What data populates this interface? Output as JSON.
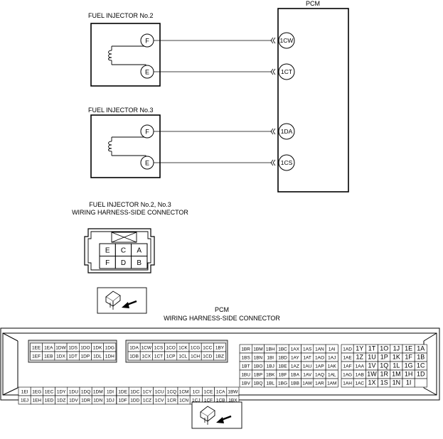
{
  "pcm_title": "PCM",
  "injectors": [
    {
      "title": "FUEL INJECTOR No.2",
      "terminal_top": "F",
      "terminal_bottom": "E"
    },
    {
      "title": "FUEL INJECTOR No.3",
      "terminal_top": "F",
      "terminal_bottom": "E"
    }
  ],
  "pcm_pins": [
    "1CW",
    "1CT",
    "1DA",
    "1CS"
  ],
  "injector_connector": {
    "title_line1": "FUEL INJECTOR No.2, No.3",
    "title_line2": "WIRING HARNESS-SIDE CONNECTOR",
    "rows": [
      [
        "E",
        "C",
        "A"
      ],
      [
        "F",
        "D",
        "B"
      ]
    ]
  },
  "pcm_connector": {
    "title_line1": "PCM",
    "title_line2": "WIRING HARNESS-SIDE CONNECTOR",
    "block1": [
      [
        "1EE",
        "1EA",
        "1DW",
        "1DS",
        "1DO",
        "1DK",
        "1DG"
      ],
      [
        "1EF",
        "1EB",
        "1DX",
        "1DT",
        "1DP",
        "1DL",
        "1DH"
      ],
      [
        "1EI",
        "1EG",
        "1EC",
        "1DY",
        "1DU",
        "1DQ",
        "1DM",
        "1DI"
      ],
      [
        "1EJ",
        "1EH",
        "1ED",
        "1DZ",
        "1DV",
        "1DR",
        "1DN",
        "1DJ"
      ]
    ],
    "block2": [
      [
        "1DA",
        "1CW",
        "1CS",
        "1CO",
        "1CK",
        "1CG",
        "1CC",
        "1BY"
      ],
      [
        "1DB",
        "1CX",
        "1CT",
        "1CP",
        "1CL",
        "1CH",
        "1CD",
        "1BZ"
      ],
      [
        "1DE",
        "1DC",
        "1CY",
        "1CU",
        "1CQ",
        "1CM",
        "1CI",
        "1CE",
        "1CA",
        "1BW"
      ],
      [
        "1DF",
        "1DD",
        "1CZ",
        "1CV",
        "1CR",
        "1CN",
        "1CJ",
        "1CF",
        "1CB",
        "1BX"
      ]
    ],
    "block3": [
      [
        "1BR",
        "1BM",
        "1BH",
        "1BC",
        "1AX",
        "1AS",
        "1AN",
        "1AI"
      ],
      [
        "1BS",
        "1BN",
        "1BI",
        "1BD",
        "1AY",
        "1AT",
        "1AO",
        "1AJ"
      ],
      [
        "1BT",
        "1BO",
        "1BJ",
        "1BE",
        "1AZ",
        "1AU",
        "1AP",
        "1AK"
      ],
      [
        "1BU",
        "1BP",
        "1BK",
        "1BF",
        "1BA",
        "1AV",
        "1AQ",
        "1AL"
      ],
      [
        "1BV",
        "1BQ",
        "1BL",
        "1BG",
        "1BB",
        "1AW",
        "1AR",
        "1AM"
      ]
    ],
    "block4": [
      [
        "1AD",
        "1Y",
        "1T",
        "1O",
        "1J",
        "1E",
        "1A"
      ],
      [
        "1AE",
        "1Z",
        "1U",
        "1P",
        "1K",
        "1F",
        "1B"
      ],
      [
        "1AF",
        "1AA",
        "1V",
        "1Q",
        "1L",
        "1G",
        "1C"
      ],
      [
        "1AG",
        "1AB",
        "1W",
        "1R",
        "1M",
        "1H",
        "1D"
      ],
      [
        "1AH",
        "1AC",
        "1X",
        "1S",
        "1N",
        "1I",
        ""
      ]
    ]
  }
}
